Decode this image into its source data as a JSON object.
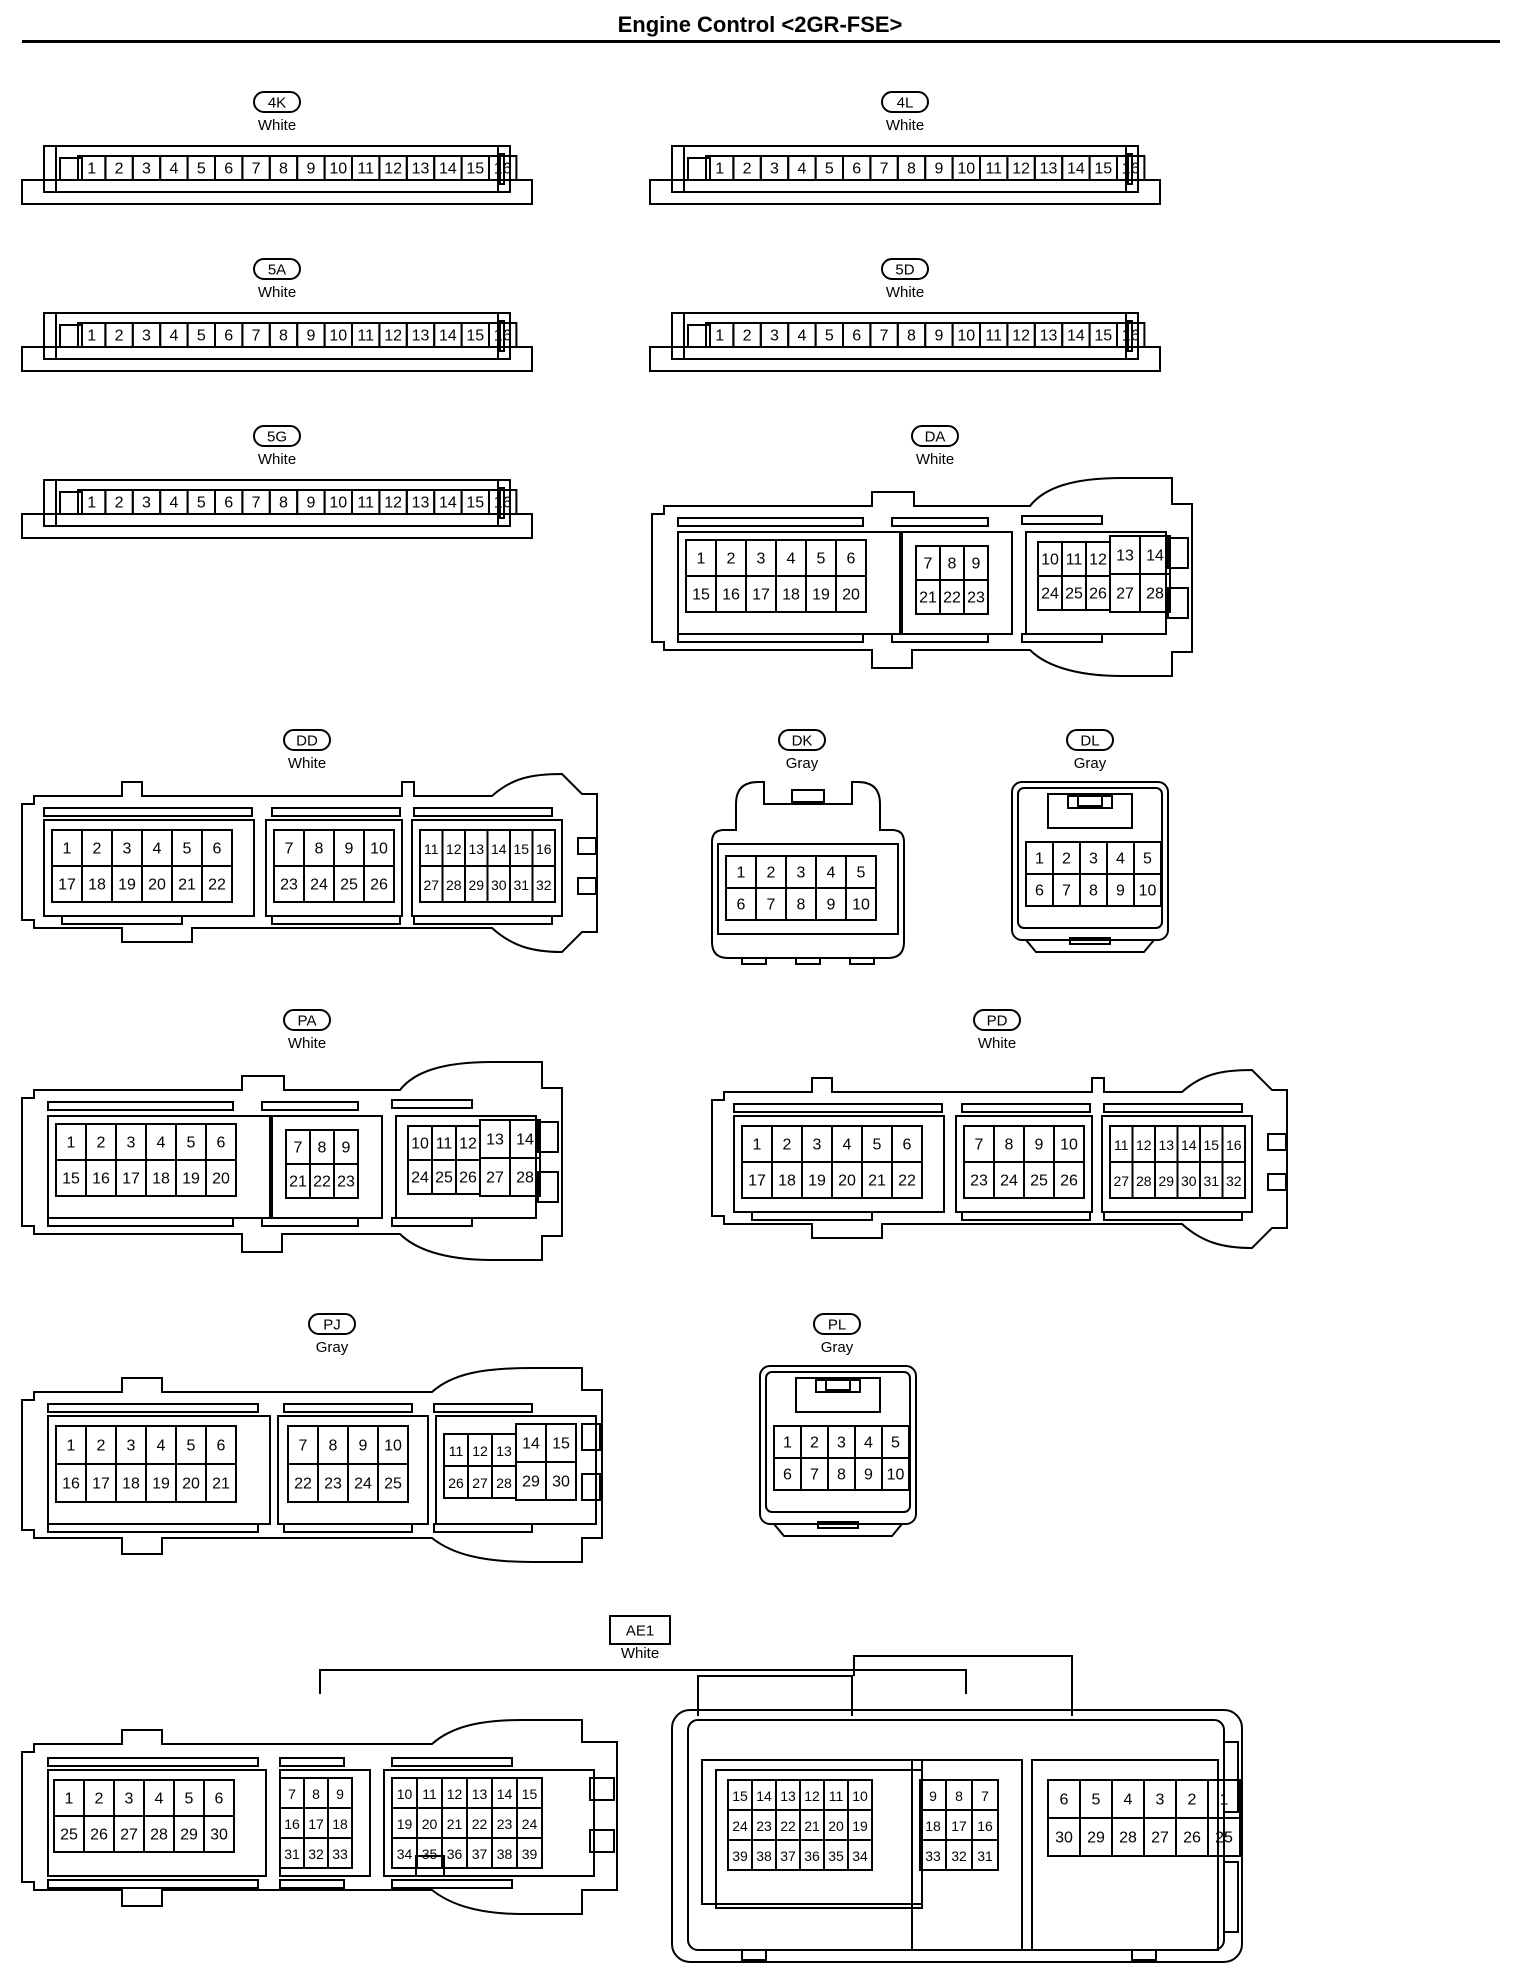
{
  "title": "Engine Control <2GR-FSE>",
  "connectors": [
    {
      "id": "4K",
      "color": "White",
      "pins": [
        "1",
        "2",
        "3",
        "4",
        "5",
        "6",
        "7",
        "8",
        "9",
        "10",
        "11",
        "12",
        "13",
        "14",
        "15",
        "16"
      ]
    },
    {
      "id": "4L",
      "color": "White",
      "pins": [
        "1",
        "2",
        "3",
        "4",
        "5",
        "6",
        "7",
        "8",
        "9",
        "10",
        "11",
        "12",
        "13",
        "14",
        "15",
        "16"
      ]
    },
    {
      "id": "5A",
      "color": "White",
      "pins": [
        "1",
        "2",
        "3",
        "4",
        "5",
        "6",
        "7",
        "8",
        "9",
        "10",
        "11",
        "12",
        "13",
        "14",
        "15",
        "16"
      ]
    },
    {
      "id": "5D",
      "color": "White",
      "pins": [
        "1",
        "2",
        "3",
        "4",
        "5",
        "6",
        "7",
        "8",
        "9",
        "10",
        "11",
        "12",
        "13",
        "14",
        "15",
        "16"
      ]
    },
    {
      "id": "5G",
      "color": "White",
      "pins": [
        "1",
        "2",
        "3",
        "4",
        "5",
        "6",
        "7",
        "8",
        "9",
        "10",
        "11",
        "12",
        "13",
        "14",
        "15",
        "16"
      ]
    },
    {
      "id": "DA",
      "color": "White",
      "pins": [
        "1",
        "2",
        "3",
        "4",
        "5",
        "6",
        "15",
        "16",
        "17",
        "18",
        "19",
        "20",
        "7",
        "8",
        "9",
        "21",
        "22",
        "23",
        "10",
        "11",
        "12",
        "13",
        "14",
        "24",
        "25",
        "26",
        "27",
        "28"
      ]
    },
    {
      "id": "DD",
      "color": "White",
      "pins": [
        "1",
        "2",
        "3",
        "4",
        "5",
        "6",
        "17",
        "18",
        "19",
        "20",
        "21",
        "22",
        "7",
        "8",
        "9",
        "10",
        "23",
        "24",
        "25",
        "26",
        "11",
        "12",
        "13",
        "14",
        "15",
        "16",
        "27",
        "28",
        "29",
        "30",
        "31",
        "32"
      ]
    },
    {
      "id": "DK",
      "color": "Gray",
      "pins": [
        "1",
        "2",
        "3",
        "4",
        "5",
        "6",
        "7",
        "8",
        "9",
        "10"
      ]
    },
    {
      "id": "DL",
      "color": "Gray",
      "pins": [
        "1",
        "2",
        "3",
        "4",
        "5",
        "6",
        "7",
        "8",
        "9",
        "10"
      ]
    },
    {
      "id": "PA",
      "color": "White",
      "pins": [
        "1",
        "2",
        "3",
        "4",
        "5",
        "6",
        "15",
        "16",
        "17",
        "18",
        "19",
        "20",
        "7",
        "8",
        "9",
        "21",
        "22",
        "23",
        "10",
        "11",
        "12",
        "13",
        "14",
        "24",
        "25",
        "26",
        "27",
        "28"
      ]
    },
    {
      "id": "PD",
      "color": "White",
      "pins": [
        "1",
        "2",
        "3",
        "4",
        "5",
        "6",
        "17",
        "18",
        "19",
        "20",
        "21",
        "22",
        "7",
        "8",
        "9",
        "10",
        "23",
        "24",
        "25",
        "26",
        "11",
        "12",
        "13",
        "14",
        "15",
        "16",
        "27",
        "28",
        "29",
        "30",
        "31",
        "32"
      ]
    },
    {
      "id": "PJ",
      "color": "Gray",
      "pins": [
        "1",
        "2",
        "3",
        "4",
        "5",
        "6",
        "16",
        "17",
        "18",
        "19",
        "20",
        "21",
        "7",
        "8",
        "9",
        "10",
        "22",
        "23",
        "24",
        "25",
        "11",
        "12",
        "13",
        "14",
        "15",
        "26",
        "27",
        "28",
        "29",
        "30"
      ]
    },
    {
      "id": "PL",
      "color": "Gray",
      "pins": [
        "1",
        "2",
        "3",
        "4",
        "5",
        "6",
        "7",
        "8",
        "9",
        "10"
      ]
    },
    {
      "id": "AE1",
      "color": "White",
      "pins": [
        "1",
        "2",
        "3",
        "4",
        "5",
        "6",
        "25",
        "26",
        "27",
        "28",
        "29",
        "30",
        "7",
        "8",
        "9",
        "16",
        "17",
        "18",
        "31",
        "32",
        "33",
        "10",
        "11",
        "12",
        "13",
        "14",
        "15",
        "19",
        "20",
        "21",
        "22",
        "23",
        "24",
        "34",
        "35",
        "36",
        "37",
        "38",
        "39"
      ],
      "pins_mating": [
        "15",
        "14",
        "13",
        "12",
        "11",
        "10",
        "24",
        "23",
        "22",
        "21",
        "20",
        "19",
        "39",
        "38",
        "37",
        "36",
        "35",
        "34",
        "9",
        "8",
        "7",
        "18",
        "17",
        "16",
        "33",
        "32",
        "31",
        "6",
        "5",
        "4",
        "3",
        "2",
        "1",
        "30",
        "29",
        "28",
        "27",
        "26",
        "25"
      ]
    }
  ]
}
